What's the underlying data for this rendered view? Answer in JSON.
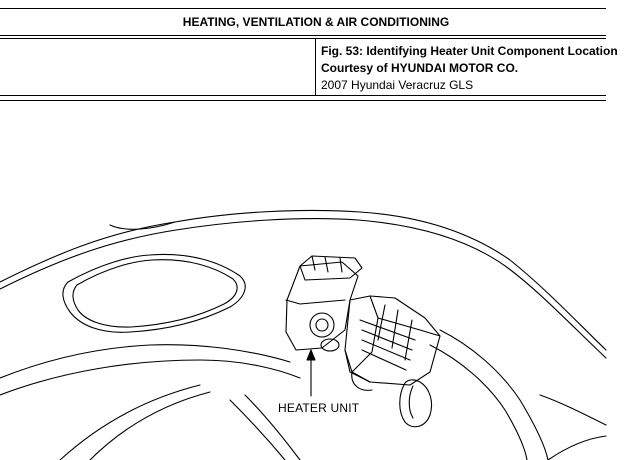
{
  "header": {
    "title": "HEATING, VENTILATION & AIR CONDITIONING"
  },
  "figure_info": {
    "caption": "Fig. 53: Identifying Heater Unit Component Location",
    "courtesy_prefix": "Courtesy of ",
    "courtesy_company": "HYUNDAI MOTOR CO.",
    "vehicle": "2007 Hyundai Veracruz GLS"
  },
  "illustration": {
    "callout_label": "HEATER UNIT"
  }
}
